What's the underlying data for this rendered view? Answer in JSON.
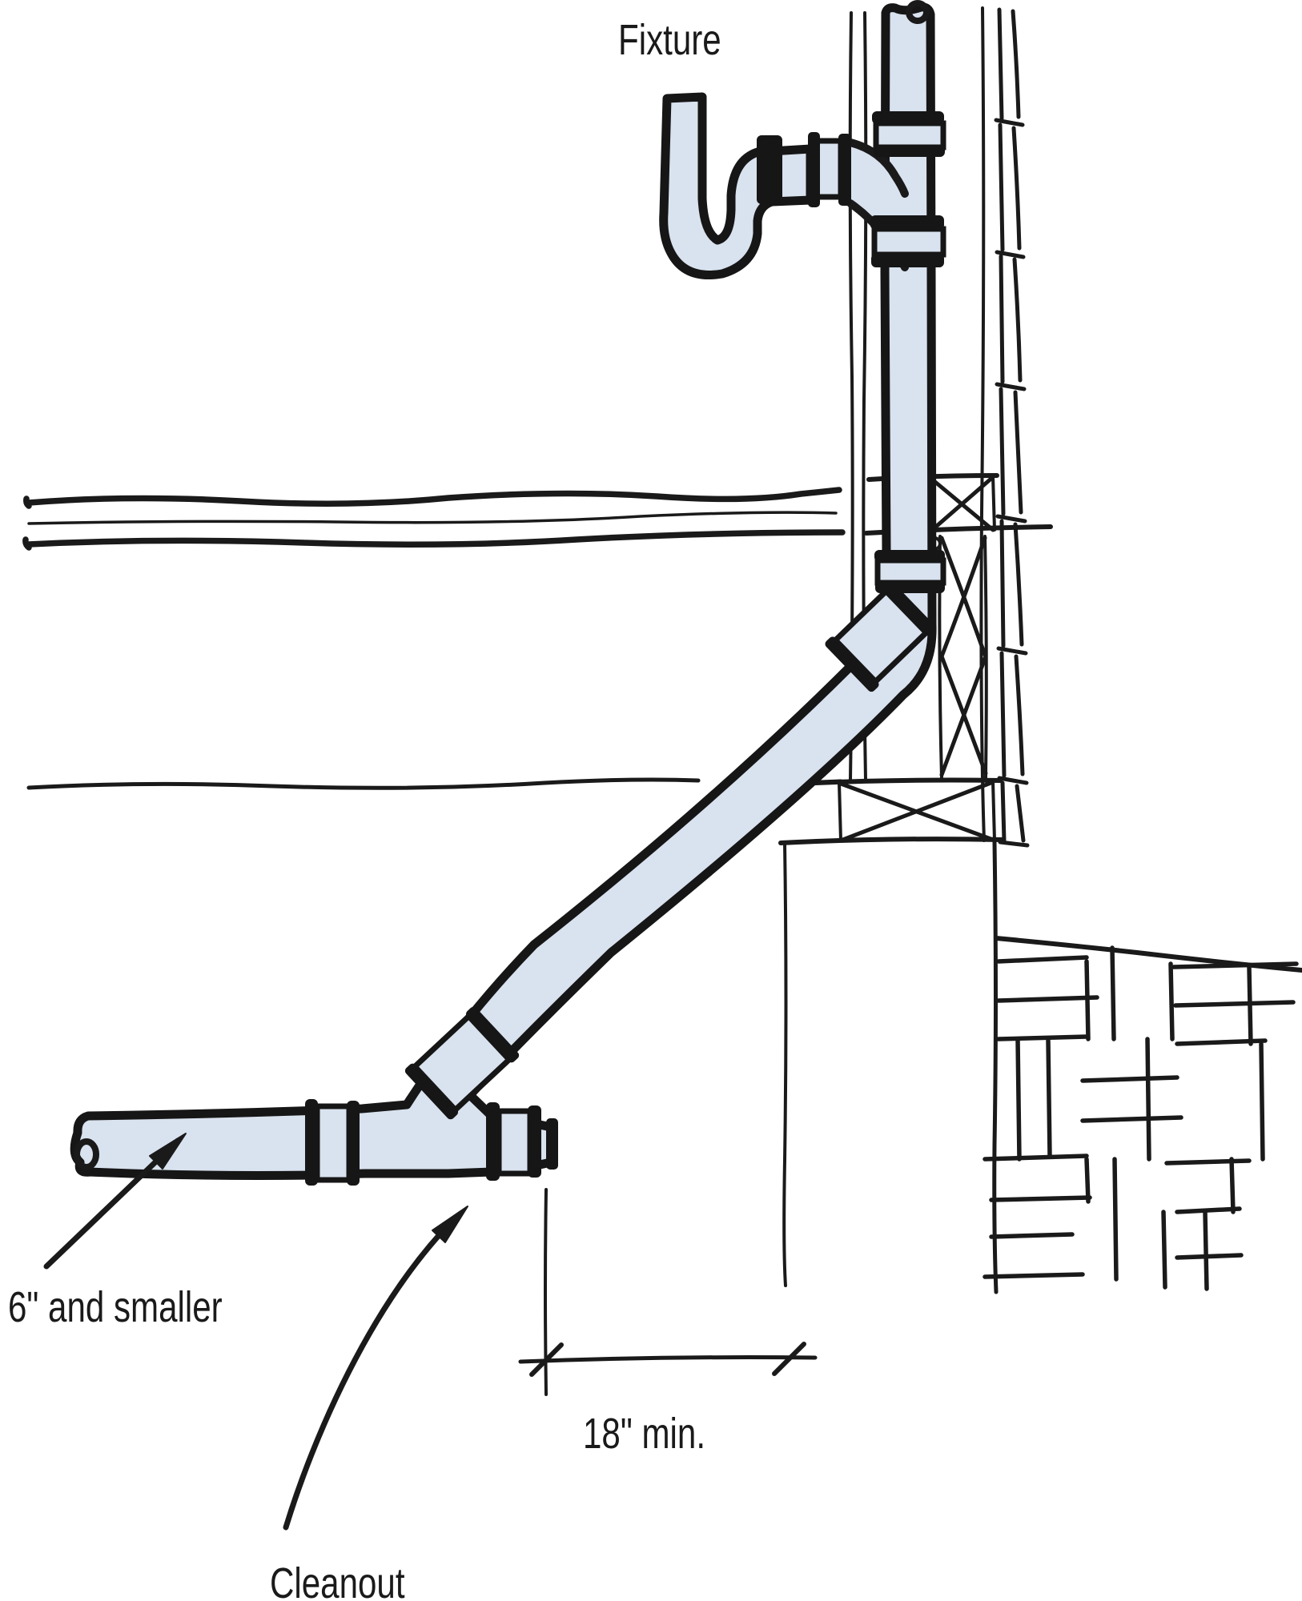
{
  "diagram": {
    "labels": {
      "fixture": "Fixture",
      "pipe_size": "6\" and smaller",
      "dimension_min": "18\" min.",
      "cleanout": "Cleanout"
    },
    "colors": {
      "pipe_fill": "#D9E2EF",
      "ink": "#1A1A1A",
      "background": "#FFFFFF"
    }
  }
}
